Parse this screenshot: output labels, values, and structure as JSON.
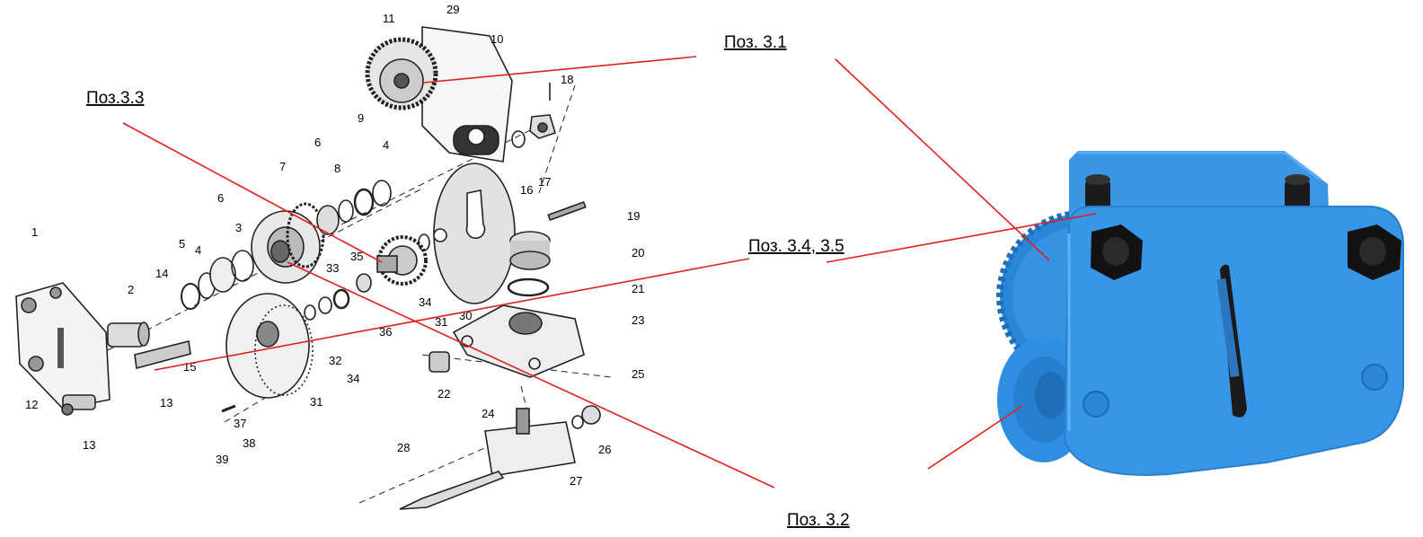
{
  "labels": {
    "pos_3_1": "Поз. 3.1",
    "pos_3_3": "Поз.3.3",
    "pos_3_4_3_5": "Поз. 3.4, 3.5",
    "pos_3_2": "Поз. 3.2"
  },
  "part_numbers": [
    "1",
    "2",
    "3",
    "4",
    "4",
    "5",
    "6",
    "6",
    "7",
    "8",
    "9",
    "10",
    "11",
    "12",
    "13",
    "13",
    "14",
    "15",
    "16",
    "17",
    "18",
    "19",
    "20",
    "21",
    "22",
    "23",
    "24",
    "25",
    "26",
    "27",
    "28",
    "29",
    "30",
    "31",
    "31",
    "32",
    "33",
    "34",
    "34",
    "35",
    "36",
    "37",
    "38",
    "39"
  ],
  "colors": {
    "leader_line": "#e0201c",
    "photo_blue": "#2e8fe0",
    "photo_dark": "#1c1c1c",
    "drawing_ink": "#222222"
  }
}
